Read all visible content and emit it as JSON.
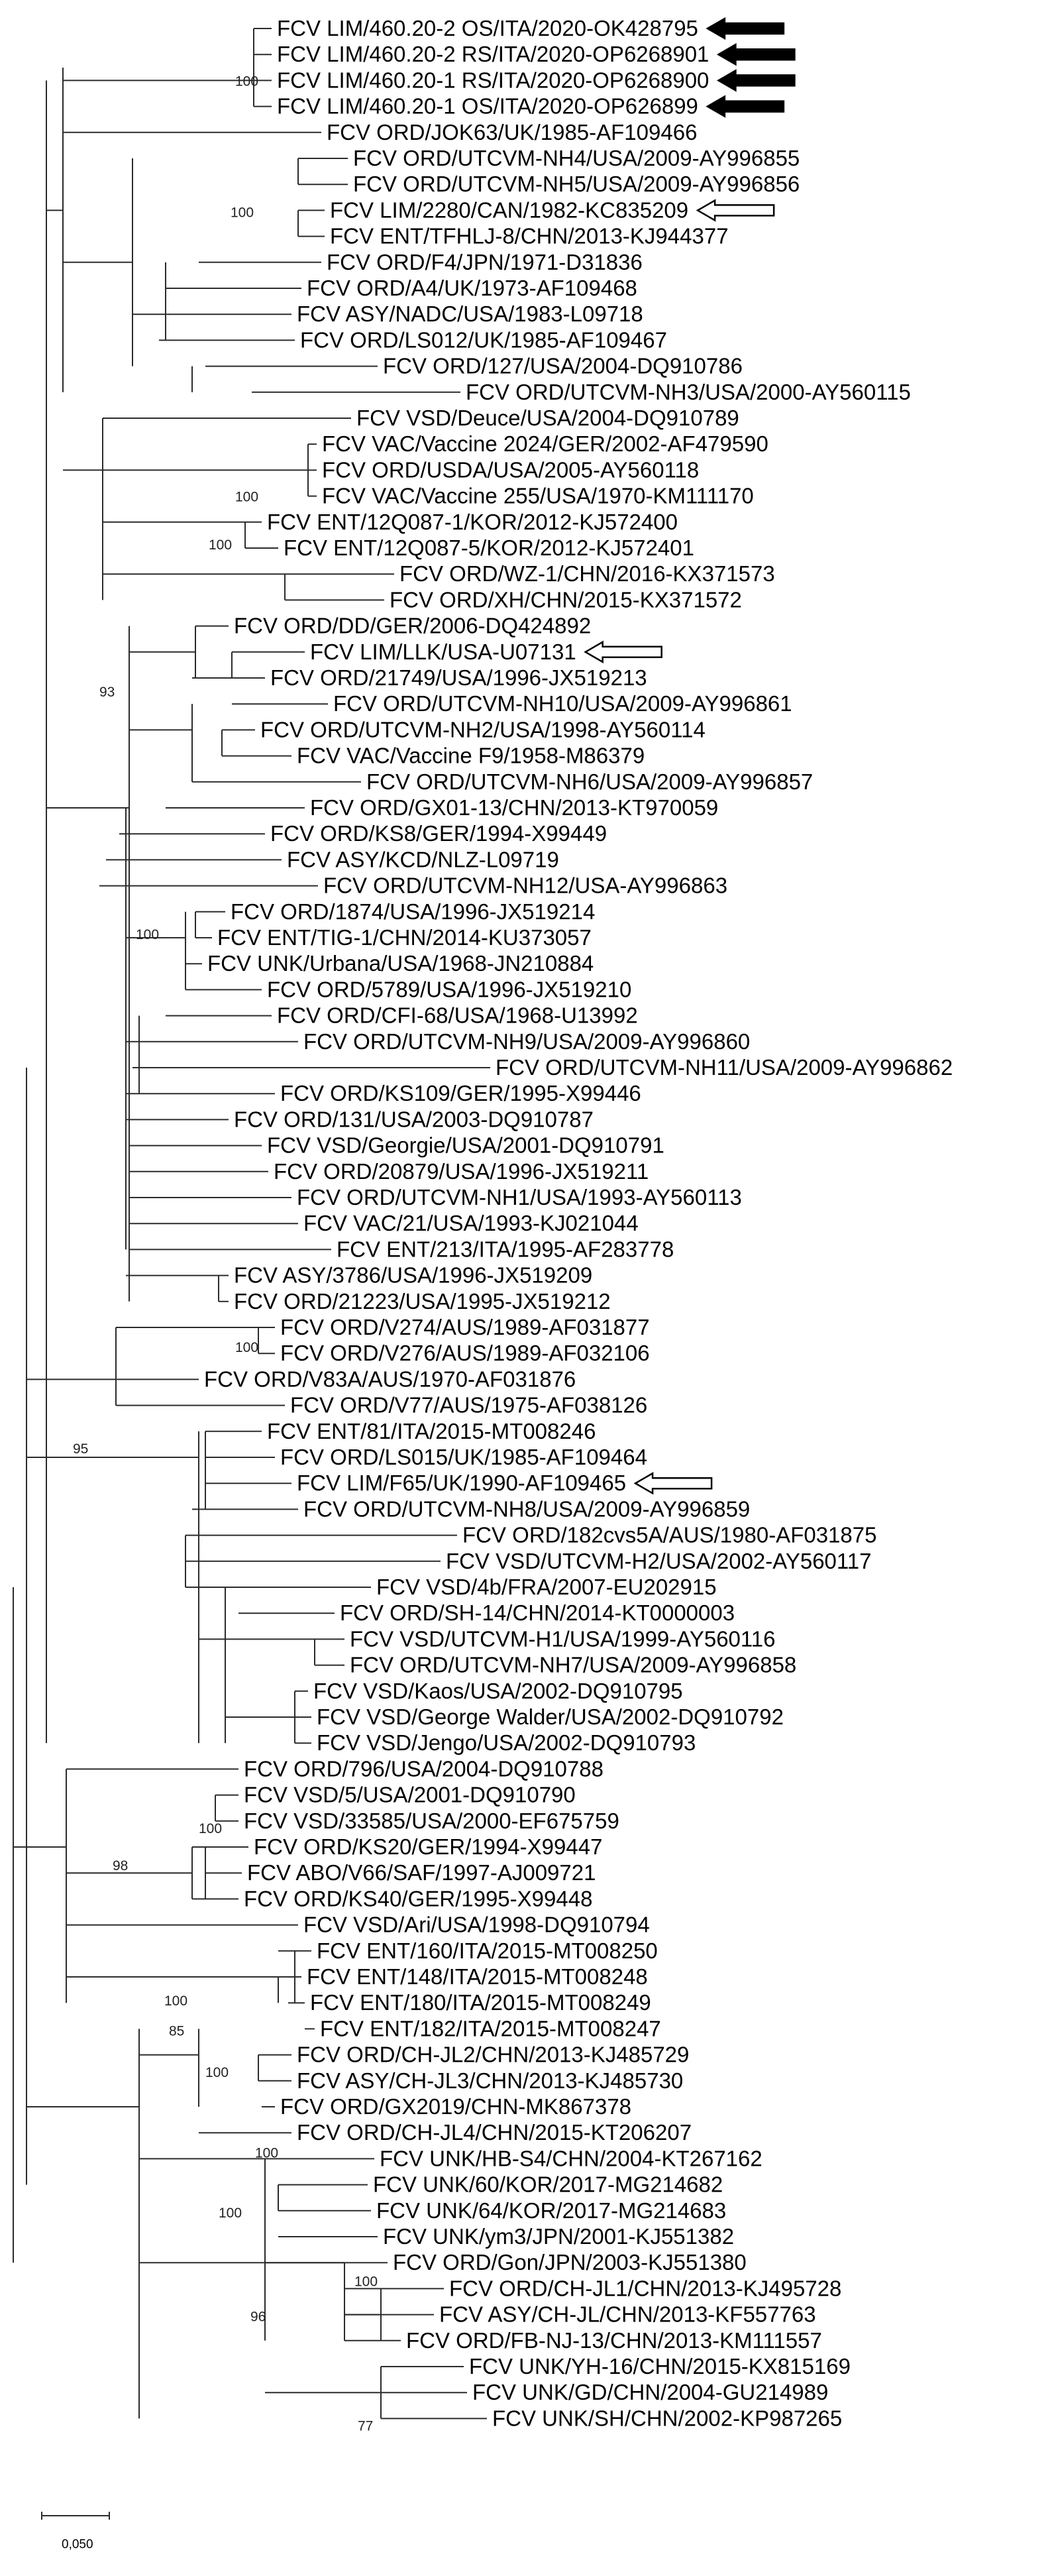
{
  "leaves": [
    {
      "label": "FCV LIM/460.20-2 OS/ITA/2020-OK428795",
      "marker": "filled"
    },
    {
      "label": "FCV LIM/460.20-2 RS/ITA/2020-OP6268901",
      "marker": "filled"
    },
    {
      "label": "FCV LIM/460.20-1 RS/ITA/2020-OP6268900",
      "marker": "filled"
    },
    {
      "label": "FCV LIM/460.20-1 OS/ITA/2020-OP626899",
      "marker": "filled"
    },
    {
      "label": "FCV ORD/JOK63/UK/1985-AF109466"
    },
    {
      "label": "FCV ORD/UTCVM-NH4/USA/2009-AY996855"
    },
    {
      "label": "FCV ORD/UTCVM-NH5/USA/2009-AY996856"
    },
    {
      "label": "FCV LIM/2280/CAN/1982-KC835209",
      "marker": "open"
    },
    {
      "label": "FCV ENT/TFHLJ-8/CHN/2013-KJ944377"
    },
    {
      "label": "FCV ORD/F4/JPN/1971-D31836"
    },
    {
      "label": "FCV ORD/A4/UK/1973-AF109468"
    },
    {
      "label": "FCV ASY/NADC/USA/1983-L09718"
    },
    {
      "label": "FCV ORD/LS012/UK/1985-AF109467"
    },
    {
      "label": "FCV ORD/127/USA/2004-DQ910786"
    },
    {
      "label": "FCV ORD/UTCVM-NH3/USA/2000-AY560115"
    },
    {
      "label": "FCV VSD/Deuce/USA/2004-DQ910789"
    },
    {
      "label": "FCV VAC/Vaccine 2024/GER/2002-AF479590"
    },
    {
      "label": "FCV ORD/USDA/USA/2005-AY560118"
    },
    {
      "label": "FCV VAC/Vaccine 255/USA/1970-KM111170"
    },
    {
      "label": "FCV ENT/12Q087-1/KOR/2012-KJ572400"
    },
    {
      "label": "FCV ENT/12Q087-5/KOR/2012-KJ572401"
    },
    {
      "label": "FCV ORD/WZ-1/CHN/2016-KX371573"
    },
    {
      "label": "FCV ORD/XH/CHN/2015-KX371572"
    },
    {
      "label": "FCV ORD/DD/GER/2006-DQ424892"
    },
    {
      "label": "FCV LIM/LLK/USA-U07131",
      "marker": "open"
    },
    {
      "label": "FCV ORD/21749/USA/1996-JX519213"
    },
    {
      "label": "FCV ORD/UTCVM-NH10/USA/2009-AY996861"
    },
    {
      "label": "FCV ORD/UTCVM-NH2/USA/1998-AY560114"
    },
    {
      "label": "FCV VAC/Vaccine F9/1958-M86379"
    },
    {
      "label": "FCV ORD/UTCVM-NH6/USA/2009-AY996857"
    },
    {
      "label": "FCV ORD/GX01-13/CHN/2013-KT970059"
    },
    {
      "label": "FCV ORD/KS8/GER/1994-X99449"
    },
    {
      "label": "FCV ASY/KCD/NLZ-L09719"
    },
    {
      "label": "FCV ORD/UTCVM-NH12/USA-AY996863"
    },
    {
      "label": "FCV ORD/1874/USA/1996-JX519214"
    },
    {
      "label": "FCV ENT/TIG-1/CHN/2014-KU373057"
    },
    {
      "label": "FCV UNK/Urbana/USA/1968-JN210884"
    },
    {
      "label": "FCV ORD/5789/USA/1996-JX519210"
    },
    {
      "label": "FCV ORD/CFI-68/USA/1968-U13992"
    },
    {
      "label": "FCV ORD/UTCVM-NH9/USA/2009-AY996860"
    },
    {
      "label": "FCV ORD/UTCVM-NH11/USA/2009-AY996862"
    },
    {
      "label": "FCV ORD/KS109/GER/1995-X99446"
    },
    {
      "label": "FCV ORD/131/USA/2003-DQ910787"
    },
    {
      "label": "FCV VSD/Georgie/USA/2001-DQ910791"
    },
    {
      "label": "FCV ORD/20879/USA/1996-JX519211"
    },
    {
      "label": "FCV ORD/UTCVM-NH1/USA/1993-AY560113"
    },
    {
      "label": "FCV VAC/21/USA/1993-KJ021044"
    },
    {
      "label": "FCV ENT/213/ITA/1995-AF283778"
    },
    {
      "label": "FCV ASY/3786/USA/1996-JX519209"
    },
    {
      "label": "FCV ORD/21223/USA/1995-JX519212"
    },
    {
      "label": "FCV ORD/V274/AUS/1989-AF031877"
    },
    {
      "label": "FCV ORD/V276/AUS/1989-AF032106"
    },
    {
      "label": "FCV ORD/V83A/AUS/1970-AF031876"
    },
    {
      "label": "FCV ORD/V77/AUS/1975-AF038126"
    },
    {
      "label": "FCV ENT/81/ITA/2015-MT008246"
    },
    {
      "label": "FCV ORD/LS015/UK/1985-AF109464"
    },
    {
      "label": "FCV LIM/F65/UK/1990-AF109465",
      "marker": "open"
    },
    {
      "label": "FCV ORD/UTCVM-NH8/USA/2009-AY996859"
    },
    {
      "label": "FCV ORD/182cvs5A/AUS/1980-AF031875"
    },
    {
      "label": "FCV VSD/UTCVM-H2/USA/2002-AY560117"
    },
    {
      "label": "FCV VSD/4b/FRA/2007-EU202915"
    },
    {
      "label": "FCV ORD/SH-14/CHN/2014-KT0000003"
    },
    {
      "label": "FCV VSD/UTCVM-H1/USA/1999-AY560116"
    },
    {
      "label": "FCV ORD/UTCVM-NH7/USA/2009-AY996858"
    },
    {
      "label": "FCV VSD/Kaos/USA/2002-DQ910795"
    },
    {
      "label": "FCV VSD/George Walder/USA/2002-DQ910792"
    },
    {
      "label": "FCV VSD/Jengo/USA/2002-DQ910793"
    },
    {
      "label": "FCV ORD/796/USA/2004-DQ910788"
    },
    {
      "label": "FCV VSD/5/USA/2001-DQ910790"
    },
    {
      "label": "FCV VSD/33585/USA/2000-EF675759"
    },
    {
      "label": "FCV ORD/KS20/GER/1994-X99447"
    },
    {
      "label": "FCV ABO/V66/SAF/1997-AJ009721"
    },
    {
      "label": "FCV ORD/KS40/GER/1995-X99448"
    },
    {
      "label": "FCV VSD/Ari/USA/1998-DQ910794"
    },
    {
      "label": "FCV ENT/160/ITA/2015-MT008250"
    },
    {
      "label": "FCV ENT/148/ITA/2015-MT008248"
    },
    {
      "label": "FCV ENT/180/ITA/2015-MT008249"
    },
    {
      "label": "FCV ENT/182/ITA/2015-MT008247"
    },
    {
      "label": "FCV ORD/CH-JL2/CHN/2013-KJ485729"
    },
    {
      "label": "FCV ASY/CH-JL3/CHN/2013-KJ485730"
    },
    {
      "label": "FCV ORD/GX2019/CHN-MK867378"
    },
    {
      "label": "FCV ORD/CH-JL4/CHN/2015-KT206207"
    },
    {
      "label": "FCV UNK/HB-S4/CHN/2004-KT267162"
    },
    {
      "label": "FCV UNK/60/KOR/2017-MG214682"
    },
    {
      "label": "FCV UNK/64/KOR/2017-MG214683"
    },
    {
      "label": "FCV UNK/ym3/JPN/2001-KJ551382"
    },
    {
      "label": "FCV ORD/Gon/JPN/2003-KJ551380"
    },
    {
      "label": "FCV ORD/CH-JL1/CHN/2013-KJ495728"
    },
    {
      "label": "FCV ASY/CH-JL/CHN/2013-KF557763"
    },
    {
      "label": "FCV ORD/FB-NJ-13/CHN/2013-KM111557"
    },
    {
      "label": "FCV UNK/YH-16/CHN/2015-KX815169"
    },
    {
      "label": "FCV UNK/GD/CHN/2004-GU214989"
    },
    {
      "label": "FCV UNK/SH/CHN/2002-KP987265"
    }
  ],
  "support_values": [
    "100",
    "100",
    "100",
    "100",
    "93",
    "100",
    "95",
    "100",
    "100",
    "98",
    "100",
    "85",
    "100",
    "100",
    "100",
    "96",
    "100",
    "77"
  ],
  "scale_bar": {
    "label": "0,050"
  },
  "colors": {
    "branch": "#2b2b2b",
    "marker_filled": "#000000",
    "marker_open": "#ffffff"
  }
}
